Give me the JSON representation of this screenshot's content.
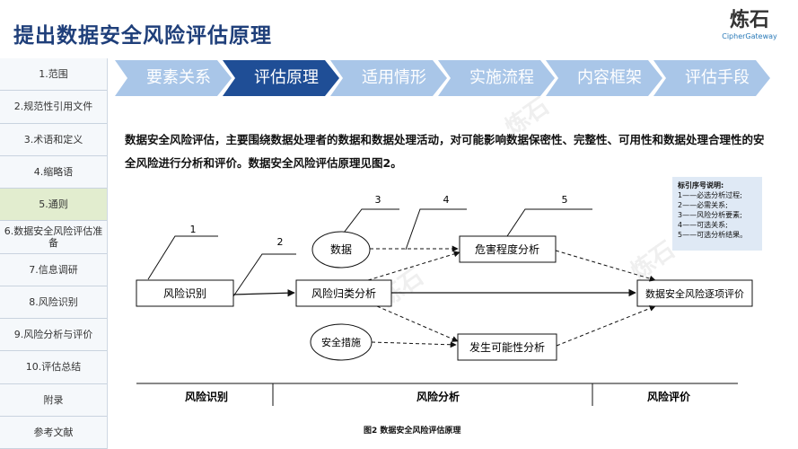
{
  "header": {
    "title": "提出数据安全风险评估原理",
    "logo_text": "炼石",
    "logo_sub": "CipherGateway"
  },
  "sidebar": {
    "items": [
      {
        "label": "1.范围"
      },
      {
        "label": "2.规范性引用文件"
      },
      {
        "label": "3.术语和定义"
      },
      {
        "label": "4.缩略语"
      },
      {
        "label": "5.通则"
      },
      {
        "label": "6.数据安全风险评估准备"
      },
      {
        "label": "7.信息调研"
      },
      {
        "label": "8.风险识别"
      },
      {
        "label": "9.风险分析与评价"
      },
      {
        "label": "10.评估总结"
      },
      {
        "label": "附录"
      },
      {
        "label": "参考文献"
      }
    ],
    "active_index": 4
  },
  "tabs": [
    {
      "label": "要素关系",
      "active": false
    },
    {
      "label": "评估原理",
      "active": true
    },
    {
      "label": "适用情形",
      "active": false
    },
    {
      "label": "实施流程",
      "active": false
    },
    {
      "label": "内容框架",
      "active": false
    },
    {
      "label": "评估手段",
      "active": false
    }
  ],
  "content": {
    "paragraph": "数据安全风险评估，主要围绕数据处理者的数据和数据处理活动，对可能影响数据保密性、完整性、可用性和数据处理合理性的安全风险进行分析和评价。数据安全风险评估原理见图2。"
  },
  "legend": {
    "title": "标引序号说明:",
    "items": [
      "1——必选分析过程;",
      "2——必需关系;",
      "3——风险分析要素;",
      "4——可选关系;",
      "5——可选分析结果。"
    ]
  },
  "diagram": {
    "nodes": {
      "risk_identify": "风险识别",
      "risk_classify": "风险归类分析",
      "data": "数据",
      "harm_analysis": "危害程度分析",
      "security_measures": "安全措施",
      "likelihood_analysis": "发生可能性分析",
      "risk_evaluation": "数据安全风险逐项评价"
    },
    "callouts": [
      "1",
      "2",
      "3",
      "4",
      "5"
    ],
    "phases": [
      "风险识别",
      "风险分析",
      "风险评价"
    ]
  },
  "caption": "图2 数据安全风险评估原理",
  "colors": {
    "title": "#1f3f7a",
    "tab_active": "#1f4e96",
    "tab_inactive": "#a9c6e8",
    "sidebar_active": "#e2edcf",
    "legend_bg": "#dfe9f5"
  }
}
